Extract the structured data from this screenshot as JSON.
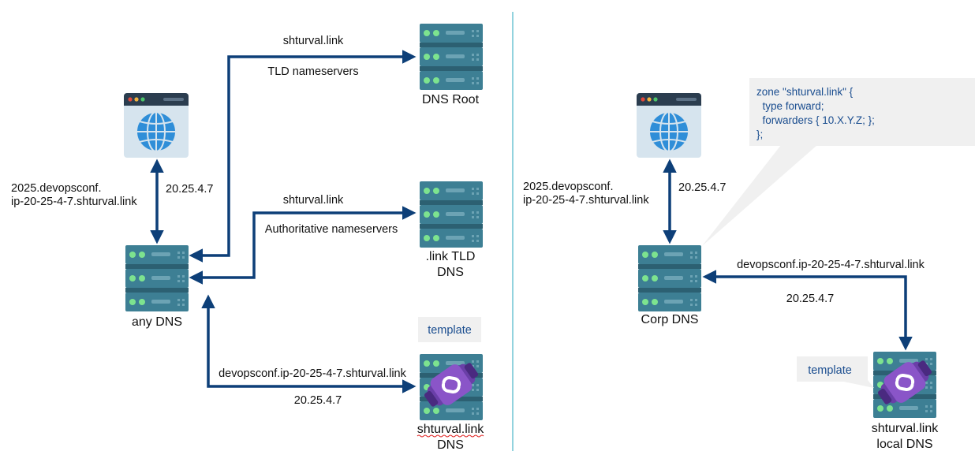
{
  "left": {
    "root_query": "shturval.link",
    "root_answer": "TLD nameservers",
    "dns_root_label": "DNS Root",
    "tld_query": "shturval.link",
    "tld_answer": "Authoritative nameservers",
    "tld_label_line1": ".link TLD",
    "tld_label_line2": "DNS",
    "client_query_line1": "2025.devopsconf.",
    "client_query_line2": "ip-20-25-4-7.shturval.link",
    "client_answer": "20.25.4.7",
    "any_dns_label": "any DNS",
    "template_label": "template",
    "auth_query": "devopsconf.ip-20-25-4-7.shturval.link",
    "auth_answer": "20.25.4.7",
    "auth_label_line1": "shturval.link",
    "auth_label_line2": "DNS"
  },
  "right": {
    "client_query_line1": "2025.devopsconf.",
    "client_query_line2": "ip-20-25-4-7.shturval.link",
    "client_answer": "20.25.4.7",
    "corp_dns_label": "Corp DNS",
    "zone_config": [
      "zone \"shturval.link\" {",
      "  type forward;",
      "  forwarders { 10.X.Y.Z; };",
      "};"
    ],
    "local_query": "devopsconf.ip-20-25-4-7.shturval.link",
    "local_answer": "20.25.4.7",
    "template_label": "template",
    "local_label_line1": "shturval.link",
    "local_label_line2": "local DNS"
  },
  "colors": {
    "arrow": "#0d3f78",
    "divider": "#4bb6c9",
    "server_body": "#3d7f94",
    "server_band": "#2c6072",
    "server_dot": "#7de38f",
    "globe": "#2f8ed8",
    "browser_frame": "#2b3d4f",
    "browser_body": "#d6e4ee",
    "callout_bg": "#f0f0f0",
    "plugin_purple": "#6a3fa8",
    "squiggle": "#e02020"
  },
  "icons": [
    "browser-globe-icon",
    "server-rack-icon",
    "link-plugin-icon"
  ]
}
